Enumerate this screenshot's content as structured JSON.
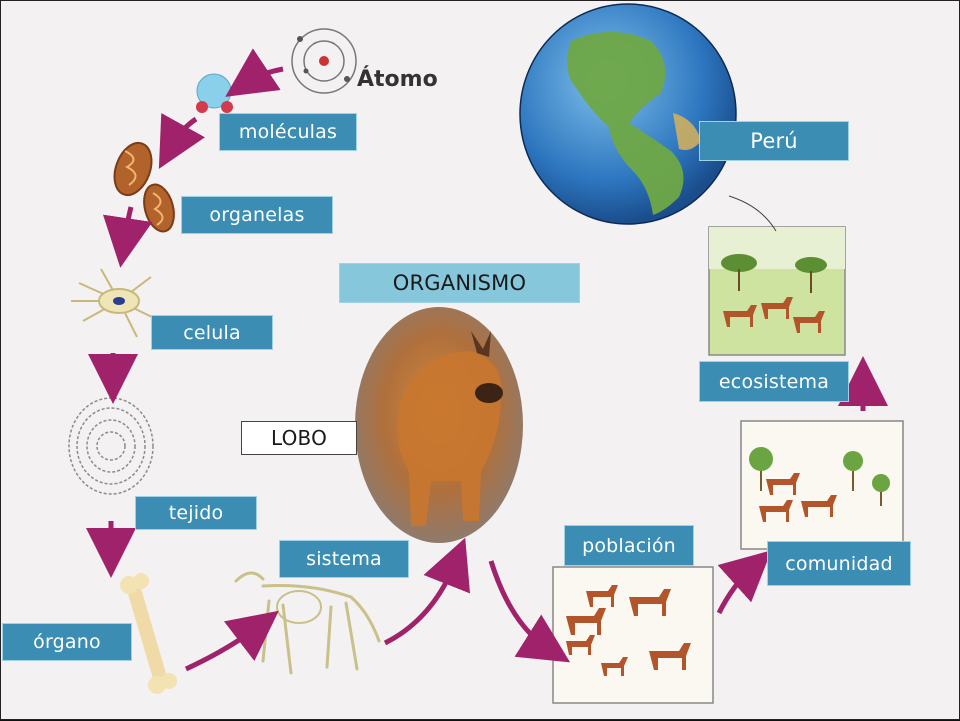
{
  "labels": {
    "atomo": "Átomo",
    "moleculas": "moléculas",
    "organelas": "organelas",
    "celula": "celula",
    "tejido": "tejido",
    "organo": "órgano",
    "sistema": "sistema",
    "organismo": "ORGANISMO",
    "lobo": "LOBO",
    "poblacion": "población",
    "comunidad": "comunidad",
    "ecosistema": "ecosistema",
    "peru": "Perú"
  },
  "colors": {
    "label_fill": "#3b8db3",
    "organismo_fill": "#86c7dc",
    "arrow": "#a0226a",
    "background": "#f3f1f2"
  }
}
